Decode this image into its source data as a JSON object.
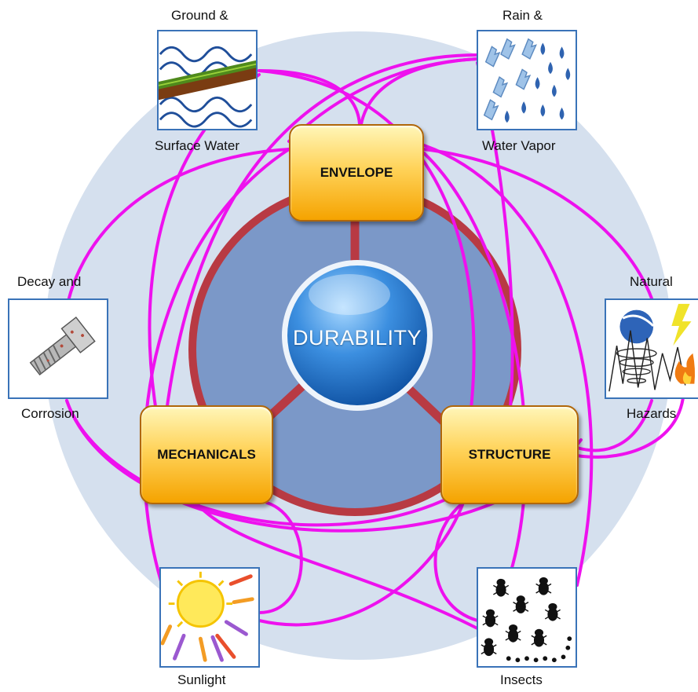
{
  "center": {
    "label": "DURABILITY"
  },
  "components": [
    {
      "id": "envelope",
      "label": "ENVELOPE"
    },
    {
      "id": "mechanicals",
      "label": "MECHANICALS"
    },
    {
      "id": "structure",
      "label": "STRUCTURE"
    }
  ],
  "hazards": [
    {
      "id": "ground-water",
      "label_top": "Ground &",
      "label_bottom": "Surface Water",
      "icon": "water-ground-icon"
    },
    {
      "id": "rain-vapor",
      "label_top": "Rain &",
      "label_bottom": "Water Vapor",
      "icon": "rain-vapor-icon"
    },
    {
      "id": "decay",
      "label_top": "Decay and",
      "label_bottom": "Corrosion",
      "icon": "rusty-bolt-icon"
    },
    {
      "id": "natural",
      "label_top": "Natural",
      "label_bottom": "Hazards",
      "icon": "natural-hazards-icon"
    },
    {
      "id": "sunlight",
      "label_bottom": "Sunlight",
      "icon": "sun-icon"
    },
    {
      "id": "insects",
      "label_bottom": "Insects",
      "icon": "termites-icon"
    }
  ],
  "colors": {
    "outer_disc": "#d5e0ee",
    "ring": "#b83a43",
    "inner_disc": "#7b98c8",
    "connector": "#ee11ee",
    "tile_border": "#3a73b8"
  }
}
